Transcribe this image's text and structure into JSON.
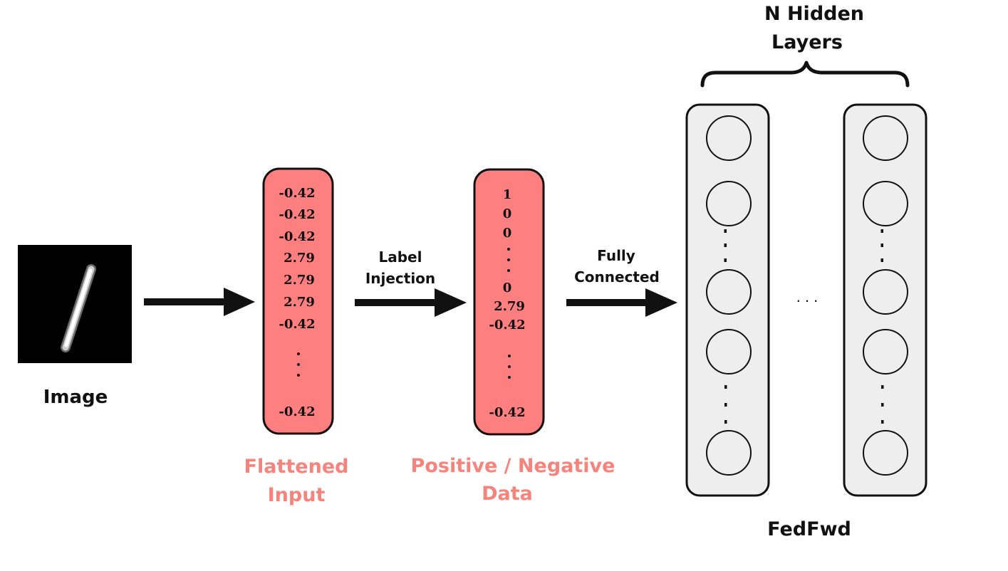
{
  "image_block": {
    "label": "Image"
  },
  "flattened_input": {
    "values": [
      "-0.42",
      "-0.42",
      "-0.42",
      "2.79",
      "2.79",
      "2.79",
      "-0.42"
    ],
    "last_value": "-0.42",
    "caption_line1": "Flattened",
    "caption_line2": "Input"
  },
  "label_injection": {
    "line1": "Label",
    "line2": "Injection"
  },
  "pos_neg_data": {
    "values_top": [
      "1",
      "0",
      "0"
    ],
    "values_mid": [
      "0",
      "2.79",
      "-0.42"
    ],
    "last_value": "-0.42",
    "caption_line1": "Positive / Negative",
    "caption_line2": "Data"
  },
  "fully_connected": {
    "line1": "Fully",
    "line2": "Connected"
  },
  "hidden_layers": {
    "title_line1": "N  Hidden",
    "title_line2": "Layers",
    "between_ellipsis": ". . .",
    "caption": "FedFwd"
  },
  "colors": {
    "vector_fill": "#fe7f7f",
    "caption_salmon": "#f7847c",
    "layer_fill": "#eeeeee",
    "ink": "#111111"
  }
}
